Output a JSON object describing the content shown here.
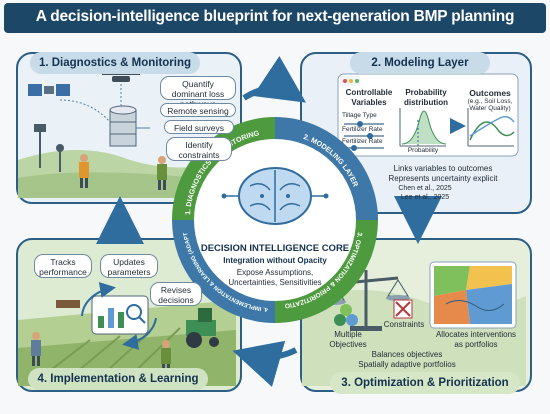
{
  "title": "A decision-intelligence blueprint for next-generation BMP planning",
  "colors": {
    "header": "#1d4767",
    "panel_border": "#2c5e86",
    "ring_blue": "#3d78a8",
    "ring_green": "#4d9a3f"
  },
  "panels": {
    "diagnostics": {
      "heading": "1. Diagnostics & Monitoring",
      "bubbles": [
        "Quantify dominant loss pathways",
        "Remote sensing",
        "Field surveys",
        "Identify constraints"
      ]
    },
    "modeling": {
      "heading": "2. Modeling Layer",
      "controllable": "Controllable Variables",
      "probability": "Probability distribution",
      "outcomes": "Outcomes",
      "outcomes_sub": "(e.g., Soil Loss, Water Quality)",
      "variables": [
        "Tillage Type",
        "Fertilizer Rate",
        "Fertilizer Rate"
      ],
      "prob_axis": "Probability",
      "caption_1": "Links variables to outcomes",
      "caption_2": "Represents uncertainty explicit",
      "refs": [
        "Chen et al., 2025",
        "Lee et al., 2025"
      ]
    },
    "optimization": {
      "heading": "3. Optimization & Prioritization",
      "multiple_objectives": "Multiple Objectives",
      "constraints": "Constraints",
      "allocates": "Allocates interventions as portfolios",
      "balances": "Balances objectives",
      "spatially": "Spatially adaptive portfolios"
    },
    "implementation": {
      "heading": "4. Implementation & Learning",
      "bubbles": [
        "Tracks performance",
        "Updates parameters",
        "Revises decisions"
      ]
    }
  },
  "ring": {
    "seg1": "1. DIAGNOSTICS & MONITORING",
    "seg2": "2. MODELING LAYER",
    "seg3": "3. OPTIMIZATION & PRIORITIZATION",
    "seg4": "4. IMPLEMENTATION & LEARNING (ADAPTIVE MANAGEMENT)"
  },
  "core": {
    "title": "DECISION INTELLIGENCE CORE",
    "subtitle": "Integration without Opacity",
    "line1": "Expose Assumptions,",
    "line2": "Uncertainties, Sensitivities"
  }
}
